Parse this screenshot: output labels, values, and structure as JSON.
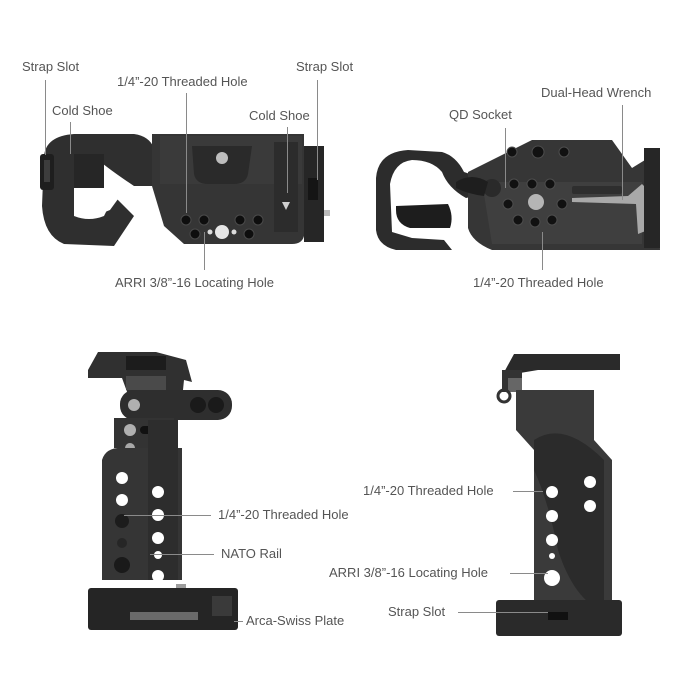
{
  "colors": {
    "background": "#ffffff",
    "label_text": "#555555",
    "leader_line": "#8a8a8a",
    "metal_dark": "#2b2b2b",
    "metal_mid": "#3c3c3c",
    "metal_light": "#5a5a5a",
    "screw_silver": "#bdbdbd"
  },
  "views": {
    "top_left": {
      "name": "cage-top-view",
      "labels": {
        "strap_slot_left": "Strap Slot",
        "threaded_hole": "1/4”-20 Threaded Hole",
        "strap_slot_right": "Strap Slot",
        "cold_shoe_left": "Cold Shoe",
        "cold_shoe_right": "Cold Shoe",
        "arri_hole": "ARRI 3/8”-16 Locating Hole"
      }
    },
    "top_right": {
      "name": "cage-bottom-view",
      "labels": {
        "qd_socket": "QD Socket",
        "dual_head_wrench": "Dual-Head Wrench",
        "threaded_hole": "1/4”-20 Threaded Hole"
      }
    },
    "bottom_left": {
      "name": "cage-left-side-view",
      "labels": {
        "threaded_hole": "1/4”-20 Threaded Hole",
        "nato_rail": "NATO Rail",
        "arca_swiss": "Arca-Swiss Plate"
      }
    },
    "bottom_right": {
      "name": "cage-right-side-view",
      "labels": {
        "threaded_hole": "1/4”-20 Threaded Hole",
        "arri_hole": "ARRI 3/8”-16 Locating Hole",
        "strap_slot": "Strap Slot"
      }
    }
  }
}
